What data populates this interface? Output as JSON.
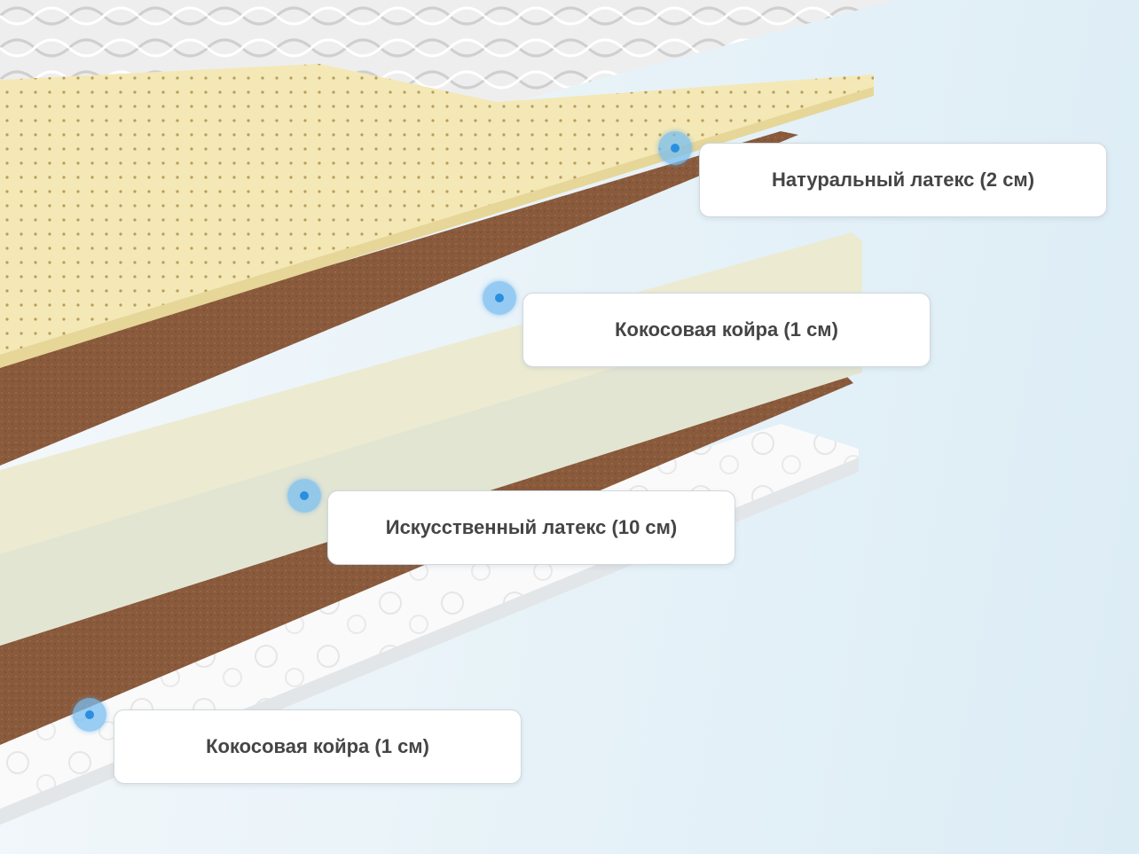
{
  "layers": [
    {
      "label": "Натуральный латекс (2 см)",
      "material": "natural-latex"
    },
    {
      "label": "Кокосовая койра (1 см)",
      "material": "coconut-coir"
    },
    {
      "label": "Искусственный латекс (10 см)",
      "material": "artificial-latex"
    },
    {
      "label": "Кокосовая койра (1 см)",
      "material": "coconut-coir"
    }
  ],
  "colors": {
    "natural_latex": "#f3e6b0",
    "coconut_coir": "#8a5a3c",
    "artificial_latex": "#ecebd2",
    "quilted_cover": "#f2f2f2",
    "marker": "#2b8fe0"
  }
}
